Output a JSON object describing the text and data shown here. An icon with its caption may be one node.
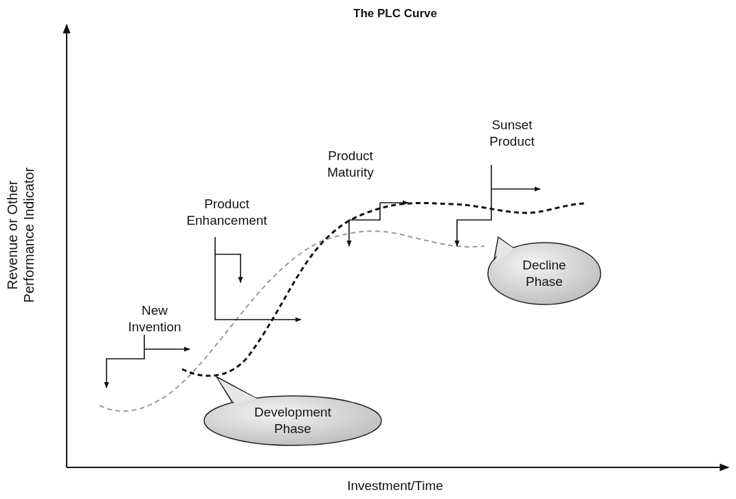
{
  "diagram": {
    "title": "The PLC Curve",
    "nodes": [
      {
        "text": [
          "Development Phase"
        ]
      },
      {
        "text": [
          "Decline Phase"
        ]
      }
    ],
    "labels": [
      "Revenue or Other Performance Indicator",
      "New Invention",
      "Product Enhancement",
      "Product Maturity",
      "Sunset Product",
      "Investment/Time"
    ]
  }
}
